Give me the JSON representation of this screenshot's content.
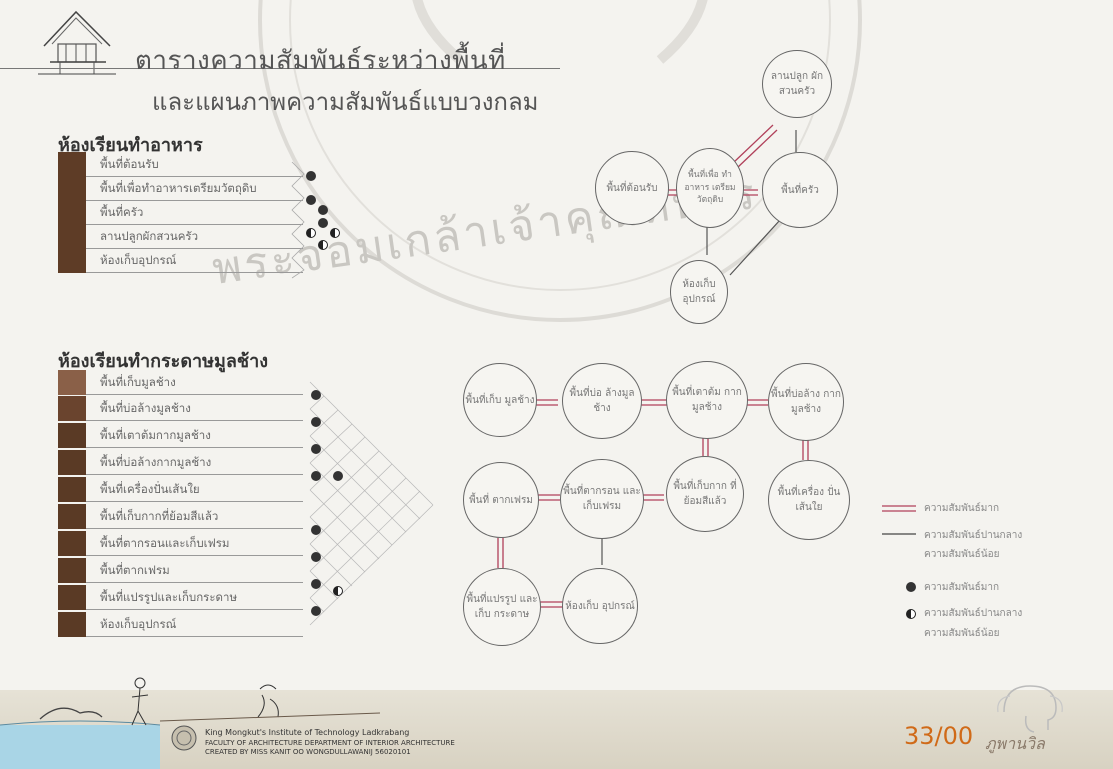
{
  "title": {
    "line1": "ตารางความสัมพันธ์ระหว่างพื้นที่",
    "line2": "และแผนภาพความสัมพันธ์แบบวงกลม"
  },
  "section1": {
    "title": "ห้องเรียนทำอาหาร",
    "rows": [
      "พื้นที่ต้อนรับ",
      "พื้นที่เพื่อทำอาหารเตรียมวัตถุดิบ",
      "พื้นที่ครัว",
      "ลานปลูกผักสวนครัว",
      "ห้องเก็บอุปกรณ์"
    ],
    "circles": [
      "ลานปลูก ผักสวนครัว",
      "พื้นที่ต้อนรับ",
      "พื้นที่เพื่อ ทำอาหาร เตรียม วัตถุดิบ",
      "พื้นที่ครัว",
      "ห้องเก็บ อุปกรณ์"
    ]
  },
  "section2": {
    "title": "ห้องเรียนทำกระดาษมูลช้าง",
    "rows": [
      "พื้นที่เก็บมูลช้าง",
      "พื้นที่บ่อล้างมูลช้าง",
      "พื้นที่เตาต้มกากมูลช้าง",
      "พื้นที่บ่อล้างกากมูลช้าง",
      "พื้นที่เครื่องปั่นเส้นใย",
      "พื้นที่เก็บกากที่ย้อมสีแล้ว",
      "พื้นที่ตากรอนและเก็บเฟรม",
      "พื้นที่ตากเฟรม",
      "พื้นที่แปรรูปและเก็บกระดาษ",
      "ห้องเก็บอุปกรณ์"
    ],
    "circles": [
      "พื้นที่เก็บ มูลช้าง",
      "พื้นที่บ่อ ล้างมูลช้าง",
      "พื้นที่เตาต้ม กากมูลช้าง",
      "พื้นที่บ่อล้าง กากมูลช้าง",
      "พื้นที่ ตากเฟรม",
      "พื้นที่ตากรอน และเก็บเฟรม",
      "พื้นที่เก็บกาก ที่ย้อมสีแล้ว",
      "พื้นที่เครื่อง ปั่นเส้นใย",
      "พื้นที่แปรรูป และเก็บ กระดาษ",
      "ห้องเก็บ อุปกรณ์"
    ]
  },
  "legend": {
    "line_strong": "ความสัมพันธ์มาก",
    "line_medium": "ความสัมพันธ์ปานกลาง",
    "line_weak": "ความสัมพันธ์น้อย",
    "dot_strong": "ความสัมพันธ์มาก",
    "dot_medium": "ความสัมพันธ์ปานกลาง",
    "dot_weak": "ความสัมพันธ์น้อย"
  },
  "footer": {
    "line1": "King Mongkut's Institute of Technology Ladkrabang",
    "line2": "FACULTY OF ARCHITECTURE DEPARTMENT OF INTERIOR ARCHITECTURE",
    "line3": "CREATED BY MISS KANIT OO WONGDULLAWANIJ  56020101",
    "page": "33/00",
    "signature": "ภูพานวิล"
  },
  "watermark": "พระจอมเกล้าเจ้าคุณทหาร",
  "colors": {
    "bar": "#5a3a25",
    "accent_line": "#b0405a",
    "page_number": "#d06a18"
  }
}
